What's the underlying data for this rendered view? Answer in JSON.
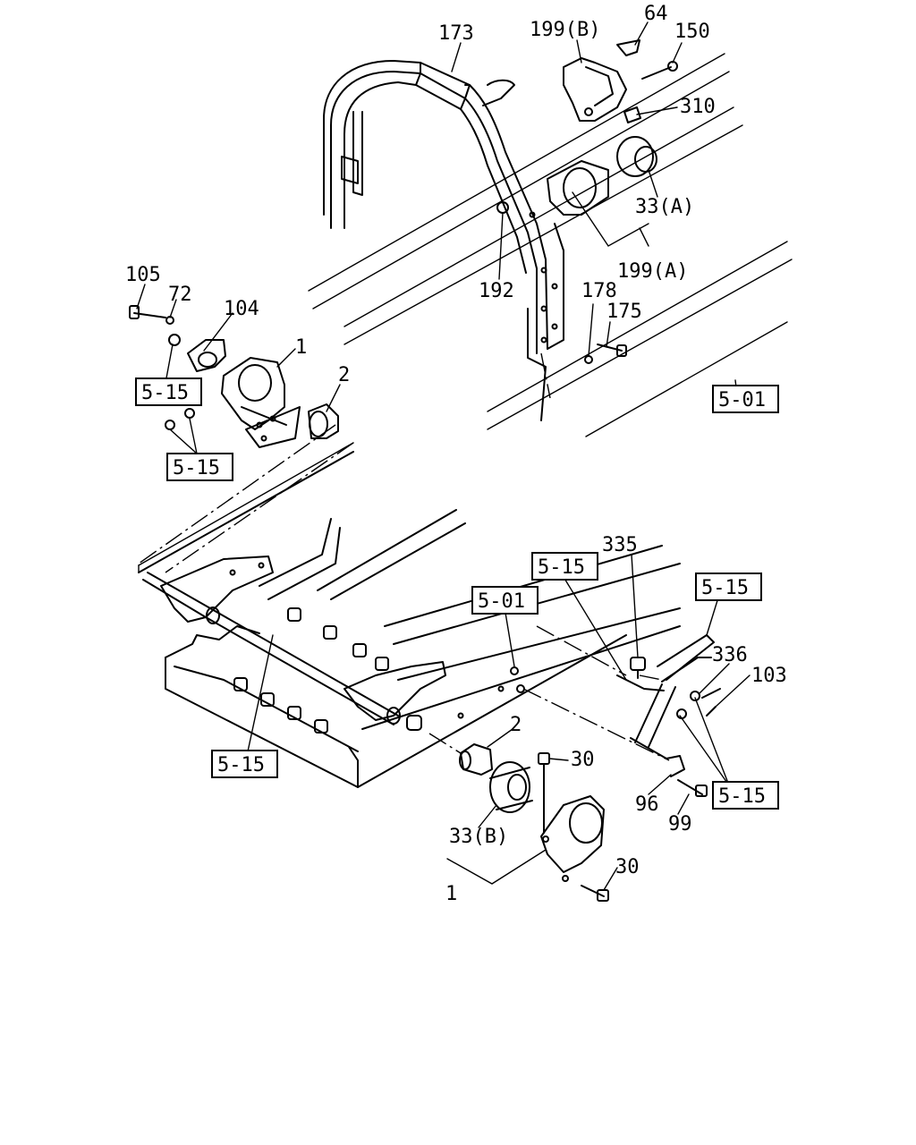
{
  "labels": {
    "l173": "173",
    "l199b": "199(B)",
    "l64": "64",
    "l150": "150",
    "l310": "310",
    "l33a": "33(A)",
    "l199a": "199(A)",
    "l192": "192",
    "l178": "178",
    "l175": "175",
    "l105": "105",
    "l72": "72",
    "l104": "104",
    "l1_top": "1",
    "l2_top": "2",
    "l335": "335",
    "l336": "336",
    "l103": "103",
    "l2_bot": "2",
    "l30_a": "30",
    "l30_b": "30",
    "l96": "96",
    "l99": "99",
    "l33b": "33(B)",
    "l1_bot": "1"
  },
  "refs": {
    "r515_a": "5-15",
    "r515_b": "5-15",
    "r501_top": "5-01",
    "r515_c": "5-15",
    "r515_d": "5-15",
    "r501_mid": "5-01",
    "r515_e": "5-15",
    "r515_f": "5-15"
  }
}
